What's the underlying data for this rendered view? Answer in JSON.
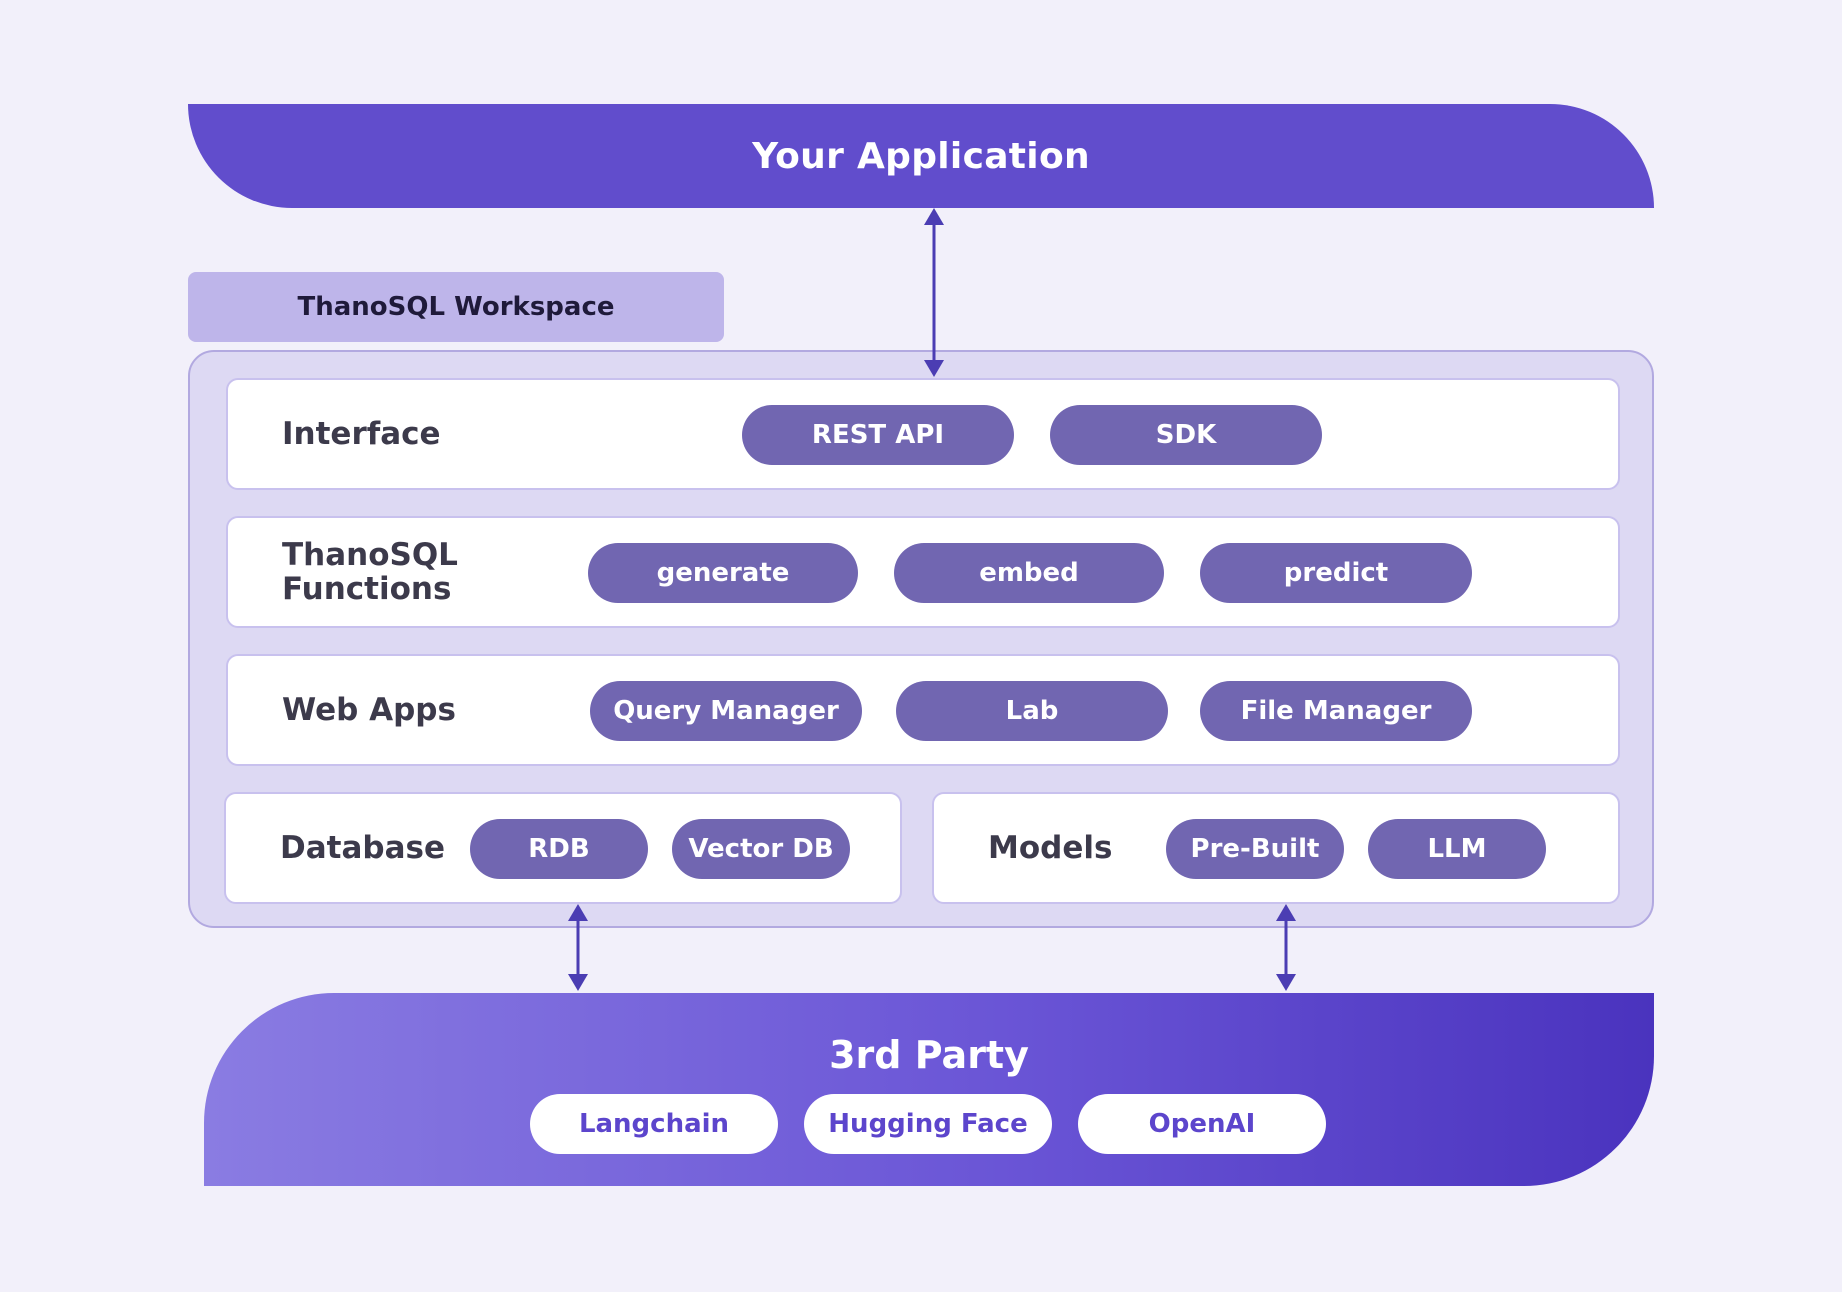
{
  "application": {
    "title": "Your Application"
  },
  "workspace": {
    "title": "ThanoSQL Workspace",
    "interface": {
      "label": "Interface",
      "items": [
        "REST API",
        "SDK"
      ]
    },
    "functions": {
      "label": "ThanoSQL\nFunctions",
      "items": [
        "generate",
        "embed",
        "predict"
      ]
    },
    "web_apps": {
      "label": "Web Apps",
      "items": [
        "Query Manager",
        "Lab",
        "File Manager"
      ]
    },
    "database": {
      "label": "Database",
      "items": [
        "RDB",
        "Vector DB"
      ]
    },
    "models": {
      "label": "Models",
      "items": [
        "Pre-Built",
        "LLM"
      ]
    }
  },
  "third_party": {
    "title": "3rd Party",
    "items": [
      "Langchain",
      "Hugging Face",
      "OpenAI"
    ]
  },
  "colors": {
    "primary": "#614dcc",
    "pill": "#7166b1",
    "panel": "#ddd9f3",
    "arrow": "#4b3db3"
  }
}
